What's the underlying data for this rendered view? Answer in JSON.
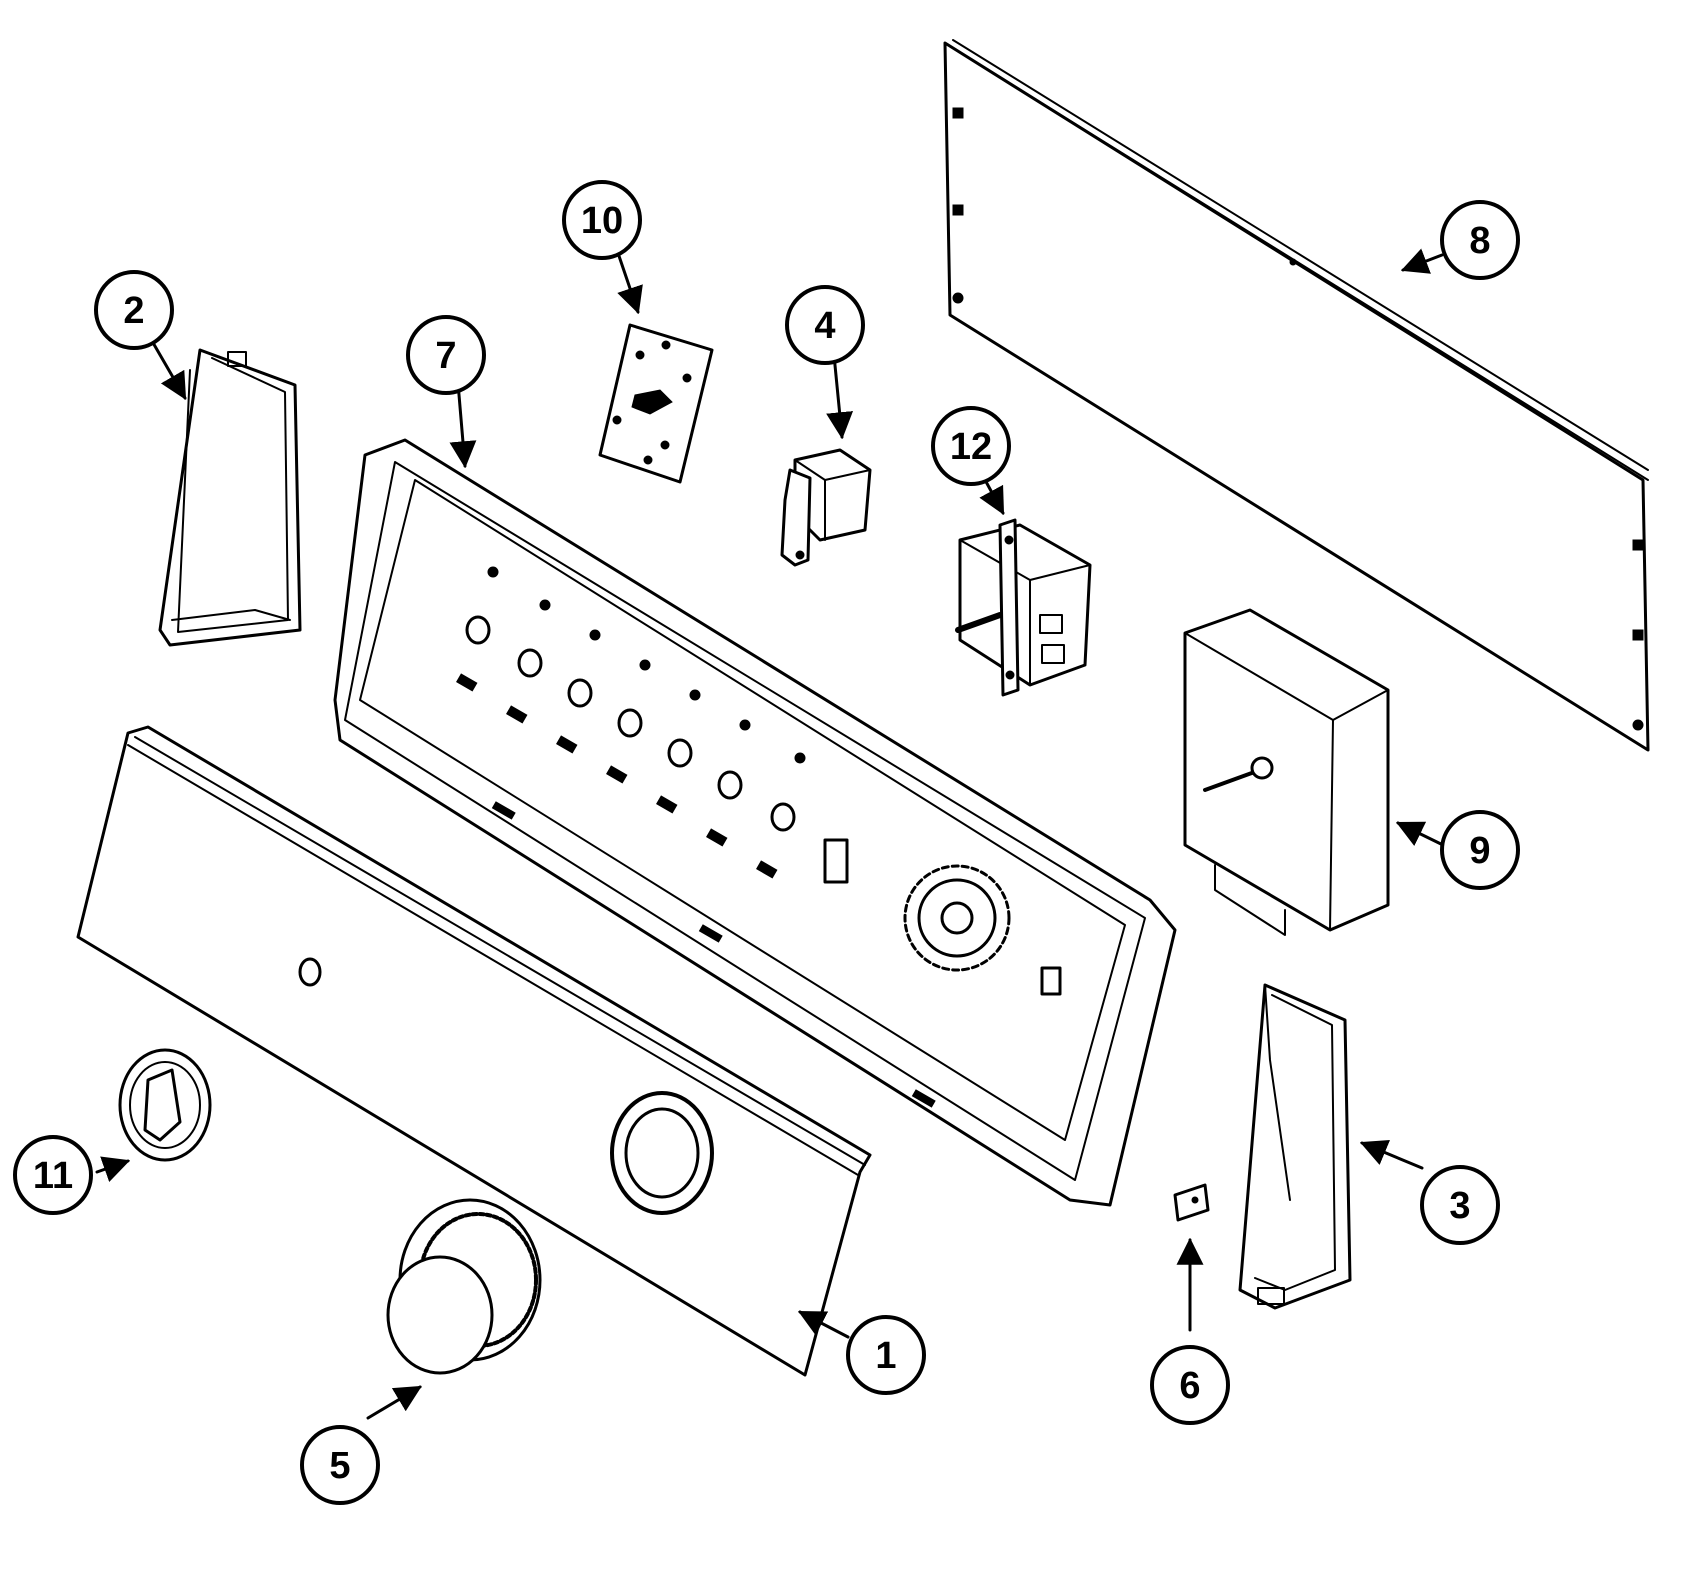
{
  "diagram": {
    "callouts": [
      {
        "key": "c1",
        "label": "1"
      },
      {
        "key": "c2",
        "label": "2"
      },
      {
        "key": "c3",
        "label": "3"
      },
      {
        "key": "c4",
        "label": "4"
      },
      {
        "key": "c5",
        "label": "5"
      },
      {
        "key": "c6",
        "label": "6"
      },
      {
        "key": "c7",
        "label": "7"
      },
      {
        "key": "c8",
        "label": "8"
      },
      {
        "key": "c9",
        "label": "9"
      },
      {
        "key": "c10",
        "label": "10"
      },
      {
        "key": "c11",
        "label": "11"
      },
      {
        "key": "c12",
        "label": "12"
      }
    ],
    "line_color": "#000000",
    "background": "#ffffff"
  }
}
